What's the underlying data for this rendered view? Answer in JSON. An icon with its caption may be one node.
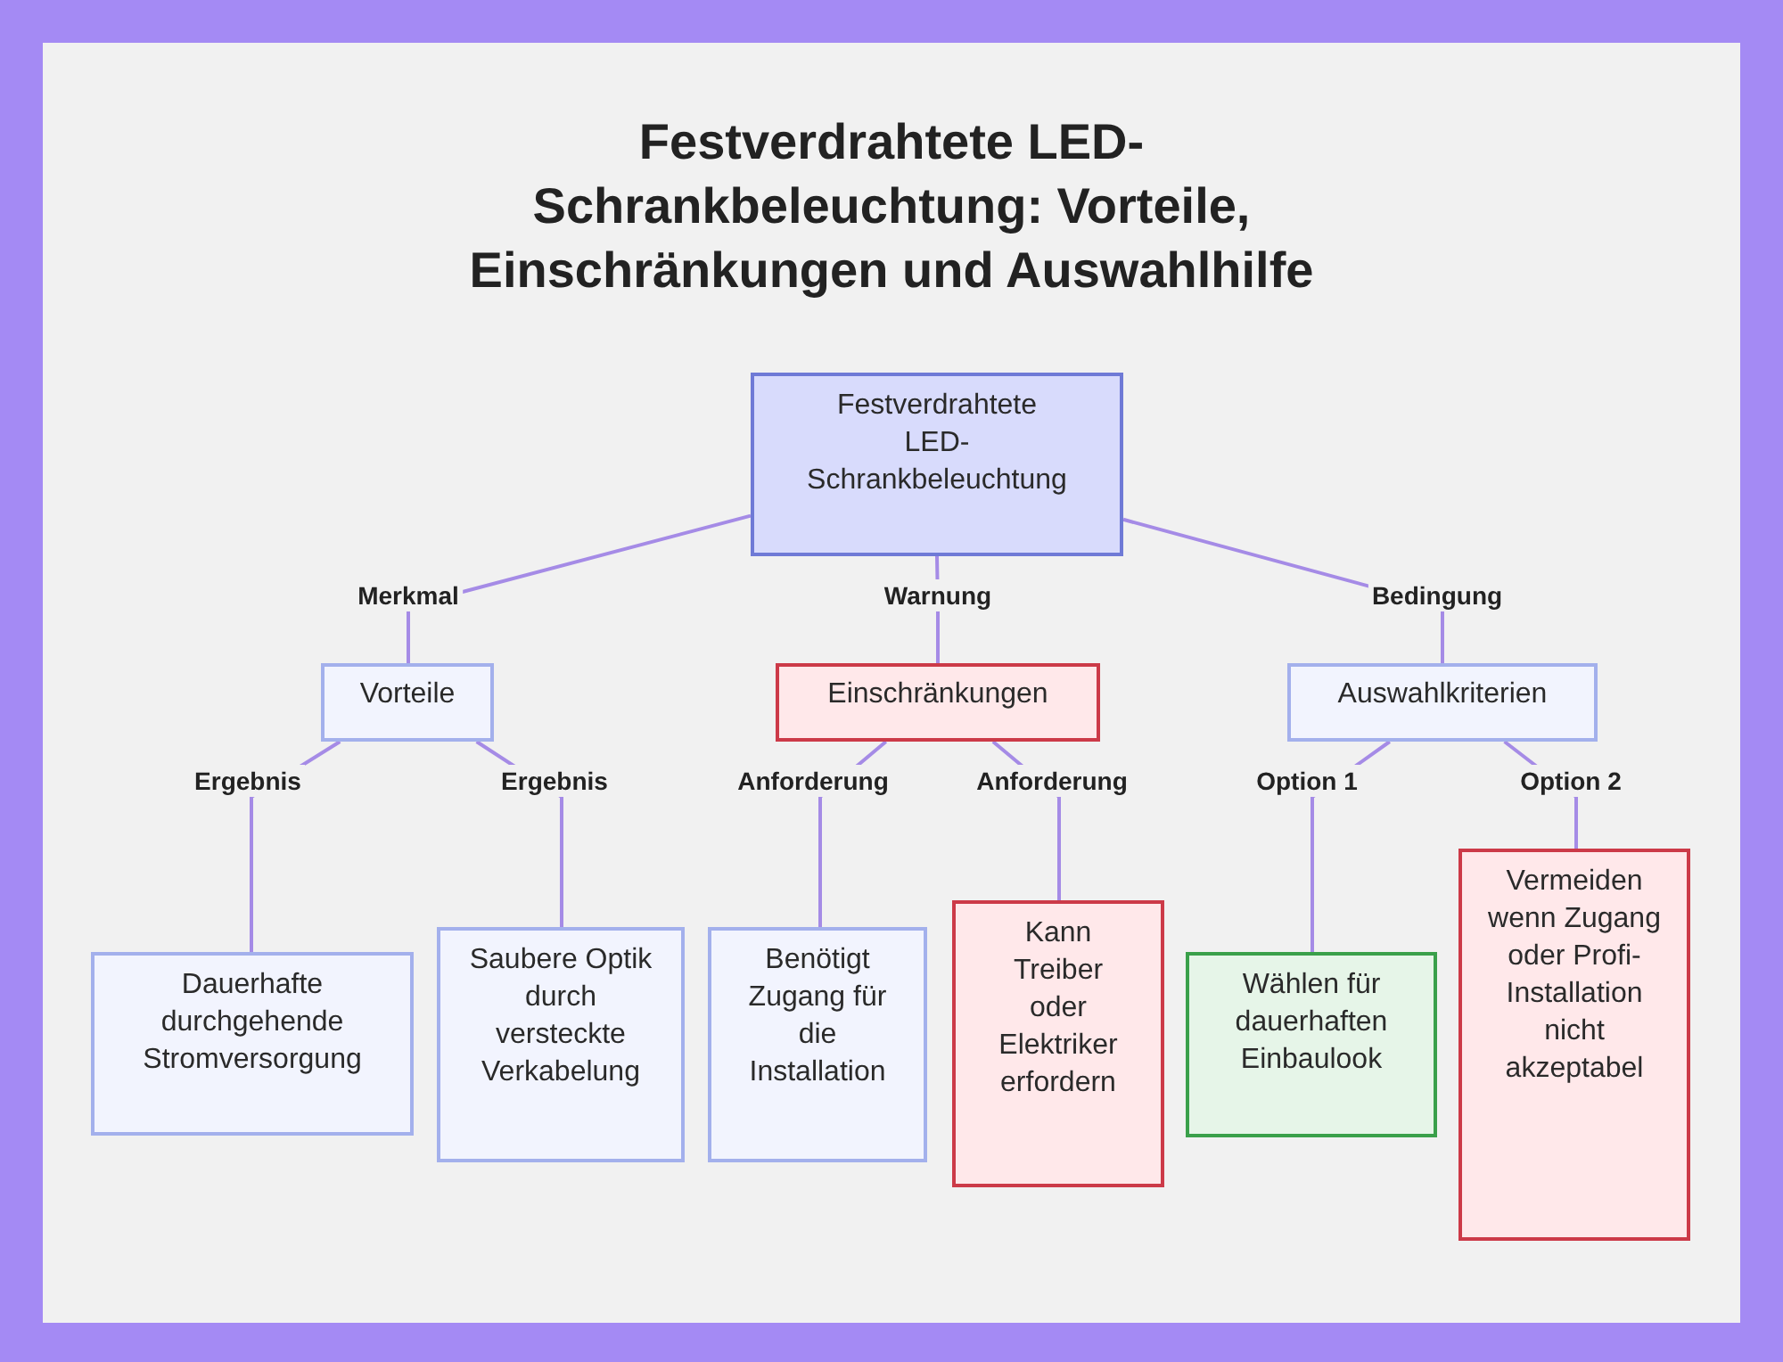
{
  "diagram": {
    "title": "Festverdrahtete LED-Schrankbeleuchtung: Vorteile, Einschränkungen und Auswahlhilfe",
    "nodes": [
      {
        "text": [
          "Festverdrahtete LED-Schrankbeleuchtung"
        ]
      },
      {
        "text": [
          "Vorteile"
        ]
      },
      {
        "text": [
          "Einschränkungen"
        ]
      },
      {
        "text": [
          "Auswahlkriterien"
        ]
      },
      {
        "text": [
          "Dauerhafte durchgehende Stromversorgung"
        ]
      },
      {
        "text": [
          "Saubere Optik durch versteckte Verkabelung"
        ]
      },
      {
        "text": [
          "Benötigt Zugang für die Installation"
        ]
      },
      {
        "text": [
          "Kann Treiber oder Elektriker erfordern"
        ]
      },
      {
        "text": [
          "Wählen für dauerhaften Einbaulook"
        ]
      },
      {
        "text": [
          "Vermeiden wenn Zugang oder Profi-Installation nicht akzeptabel"
        ]
      }
    ],
    "edges": [
      {
        "from": 0,
        "to": 1,
        "arrow": "none",
        "label": "Merkmal"
      },
      {
        "from": 0,
        "to": 2,
        "arrow": "none",
        "label": "Warnung"
      },
      {
        "from": 0,
        "to": 3,
        "arrow": "none",
        "label": "Bedingung"
      },
      {
        "from": 1,
        "to": 4,
        "arrow": "none",
        "label": "Ergebnis"
      },
      {
        "from": 1,
        "to": 5,
        "arrow": "none",
        "label": "Ergebnis"
      },
      {
        "from": 2,
        "to": 6,
        "arrow": "none",
        "label": "Anforderung"
      },
      {
        "from": 2,
        "to": 7,
        "arrow": "none",
        "label": "Anforderung"
      },
      {
        "from": 3,
        "to": 8,
        "arrow": "none",
        "label": "Option 1"
      },
      {
        "from": 3,
        "to": 9,
        "arrow": "none",
        "label": "Option 2"
      }
    ]
  }
}
